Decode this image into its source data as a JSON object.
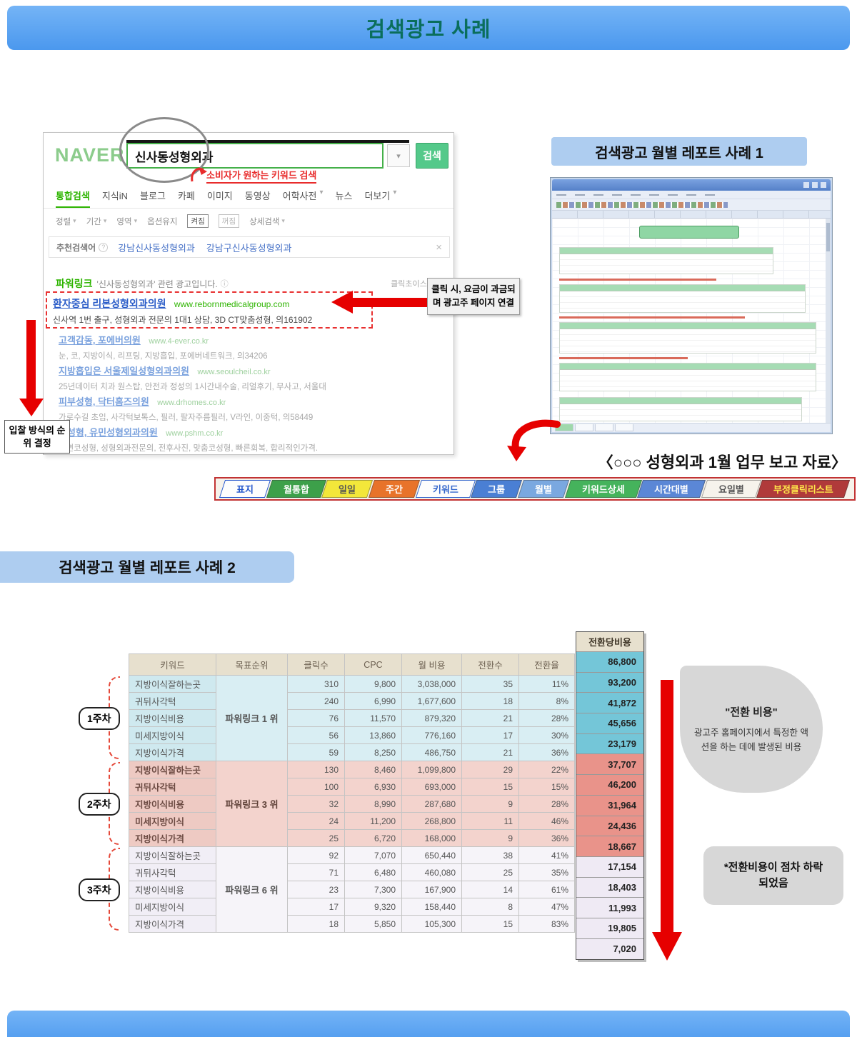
{
  "slide": {
    "title": "검색광고 사례"
  },
  "colors": {
    "banner_blue": "#4f9ff2",
    "label_blue": "#aecdf0",
    "naver_green": "#2db400",
    "accent_red": "#e60000",
    "week1_fill": "#d9eef3",
    "week2_fill": "#f3d3cd",
    "week3_fill": "#f6f4f9",
    "cpa_week1": "#74c6d8",
    "cpa_week2": "#e9938a",
    "cpa_week3": "#efeaf4"
  },
  "icons": {
    "chevron_down": "▾",
    "select_caret": "▾",
    "info": "ⓘ",
    "help": "?",
    "close": "×"
  },
  "naver": {
    "logo": "NAVER",
    "search": {
      "query": "신사동성형외과",
      "button": "검색"
    },
    "keyword_note": "소비자가 원하는 키워드 검색",
    "tabs": [
      "통합검색",
      "지식iN",
      "블로그",
      "카페",
      "이미지",
      "동영상",
      "어학사전",
      "뉴스",
      "더보기"
    ],
    "filters": {
      "sort": "정렬",
      "period": "기간",
      "area": "영역",
      "option": "옵션유지",
      "on": "켜짐",
      "off": "꺼짐",
      "detail": "상세검색"
    },
    "suggest": {
      "label": "추천검색어",
      "items": [
        "강남신사동성형외과",
        "강남구신사동성형외과"
      ]
    },
    "powerlink": {
      "prefix": "파워링크",
      "text": "'신사동성형외과' 관련 광고입니다.",
      "right": "클릭초이스 등록"
    },
    "ads": [
      {
        "title": "환자중심 리본성형외과의원",
        "url": "www.rebornmedicalgroup.com",
        "desc": "신사역 1번 출구, 성형외과 전문의 1대1 상담, 3D CT맞춤성형, 의161902"
      },
      {
        "title": "고객감동, 포에버의원",
        "url": "www.4-ever.co.kr",
        "desc": "눈, 코, 지방이식, 리프팅, 지방흡입, 포에버네트워크, 의34206"
      },
      {
        "title": "지방흡입은 서울제일성형외과의원",
        "url": "www.seoulcheil.co.kr",
        "desc": "25년데이터 치과 원스탑, 안전과 정성의 1시간내수술, 리얼후기, 무사고, 서울대"
      },
      {
        "title": "피부성형, 닥터홈즈의원",
        "url": "www.drhomes.co.kr",
        "desc": "가로수길 초입, 사각턱보톡스, 필러, 팔자주름필러, V라인, 이중턱, 의58449"
      },
      {
        "title": "코성형, 유민성형외과의원",
        "url": "www.pshm.co.kr",
        "desc": "안면코성형, 성형외과전문의, 전후사진, 맞춤코성형, 빠른회복, 합리적인가격."
      }
    ]
  },
  "annotations": {
    "bid_label": "입찰 방식의 순위 결정",
    "click_callout": "클릭 시, 요금이 과금되며 광고주 페이지 연결"
  },
  "report1": {
    "label": "검색광고 월별 레포트 사례 1",
    "caption": "〈○○○ 성형외과 1월 업무 보고 자료〉",
    "sheet_tabs": [
      "표지",
      "월통합",
      "일일",
      "주간",
      "키워드",
      "그룹",
      "월별",
      "키워드상세",
      "시간대별",
      "요일별",
      "부정클릭리스트"
    ]
  },
  "report2": {
    "label": "검색광고 월별 레포트 사례 2",
    "bubble": {
      "title": "\"전환 비용\"",
      "body": "광고주 홈페이지에서 특정한 액션을 하는 데에 발생된 비용"
    },
    "note": "*전환비용이 점차 하락되었음",
    "cost_header": "전환당비용",
    "headers": [
      "키워드",
      "목표순위",
      "클릭수",
      "CPC",
      "월 비용",
      "전환수",
      "전환율"
    ],
    "weeks": [
      {
        "label": "1주차",
        "rank": "파워링크 1 위",
        "rows": [
          {
            "keyword": "지방이식잘하는곳",
            "clicks": "310",
            "cpc": "9,800",
            "cost": "3,038,000",
            "conv": "35",
            "rate": "11%",
            "cpa": "86,800"
          },
          {
            "keyword": "귀뒤사각턱",
            "clicks": "240",
            "cpc": "6,990",
            "cost": "1,677,600",
            "conv": "18",
            "rate": "8%",
            "cpa": "93,200"
          },
          {
            "keyword": "지방이식비용",
            "clicks": "76",
            "cpc": "11,570",
            "cost": "879,320",
            "conv": "21",
            "rate": "28%",
            "cpa": "41,872"
          },
          {
            "keyword": "미세지방이식",
            "clicks": "56",
            "cpc": "13,860",
            "cost": "776,160",
            "conv": "17",
            "rate": "30%",
            "cpa": "45,656"
          },
          {
            "keyword": "지방이식가격",
            "clicks": "59",
            "cpc": "8,250",
            "cost": "486,750",
            "conv": "21",
            "rate": "36%",
            "cpa": "23,179"
          }
        ]
      },
      {
        "label": "2주차",
        "rank": "파워링크 3 위",
        "rows": [
          {
            "keyword": "지방이식잘하는곳",
            "clicks": "130",
            "cpc": "8,460",
            "cost": "1,099,800",
            "conv": "29",
            "rate": "22%",
            "cpa": "37,707"
          },
          {
            "keyword": "귀뒤사각턱",
            "clicks": "100",
            "cpc": "6,930",
            "cost": "693,000",
            "conv": "15",
            "rate": "15%",
            "cpa": "46,200"
          },
          {
            "keyword": "지방이식비용",
            "clicks": "32",
            "cpc": "8,990",
            "cost": "287,680",
            "conv": "9",
            "rate": "28%",
            "cpa": "31,964"
          },
          {
            "keyword": "미세지방이식",
            "clicks": "24",
            "cpc": "11,200",
            "cost": "268,800",
            "conv": "11",
            "rate": "46%",
            "cpa": "24,436"
          },
          {
            "keyword": "지방이식가격",
            "clicks": "25",
            "cpc": "6,720",
            "cost": "168,000",
            "conv": "9",
            "rate": "36%",
            "cpa": "18,667"
          }
        ]
      },
      {
        "label": "3주차",
        "rank": "파워링크 6 위",
        "rows": [
          {
            "keyword": "지방이식잘하는곳",
            "clicks": "92",
            "cpc": "7,070",
            "cost": "650,440",
            "conv": "38",
            "rate": "41%",
            "cpa": "17,154"
          },
          {
            "keyword": "귀뒤사각턱",
            "clicks": "71",
            "cpc": "6,480",
            "cost": "460,080",
            "conv": "25",
            "rate": "35%",
            "cpa": "18,403"
          },
          {
            "keyword": "지방이식비용",
            "clicks": "23",
            "cpc": "7,300",
            "cost": "167,900",
            "conv": "14",
            "rate": "61%",
            "cpa": "11,993"
          },
          {
            "keyword": "미세지방이식",
            "clicks": "17",
            "cpc": "9,320",
            "cost": "158,440",
            "conv": "8",
            "rate": "47%",
            "cpa": "19,805"
          },
          {
            "keyword": "지방이식가격",
            "clicks": "18",
            "cpc": "5,850",
            "cost": "105,300",
            "conv": "15",
            "rate": "83%",
            "cpa": "7,020"
          }
        ]
      }
    ]
  }
}
